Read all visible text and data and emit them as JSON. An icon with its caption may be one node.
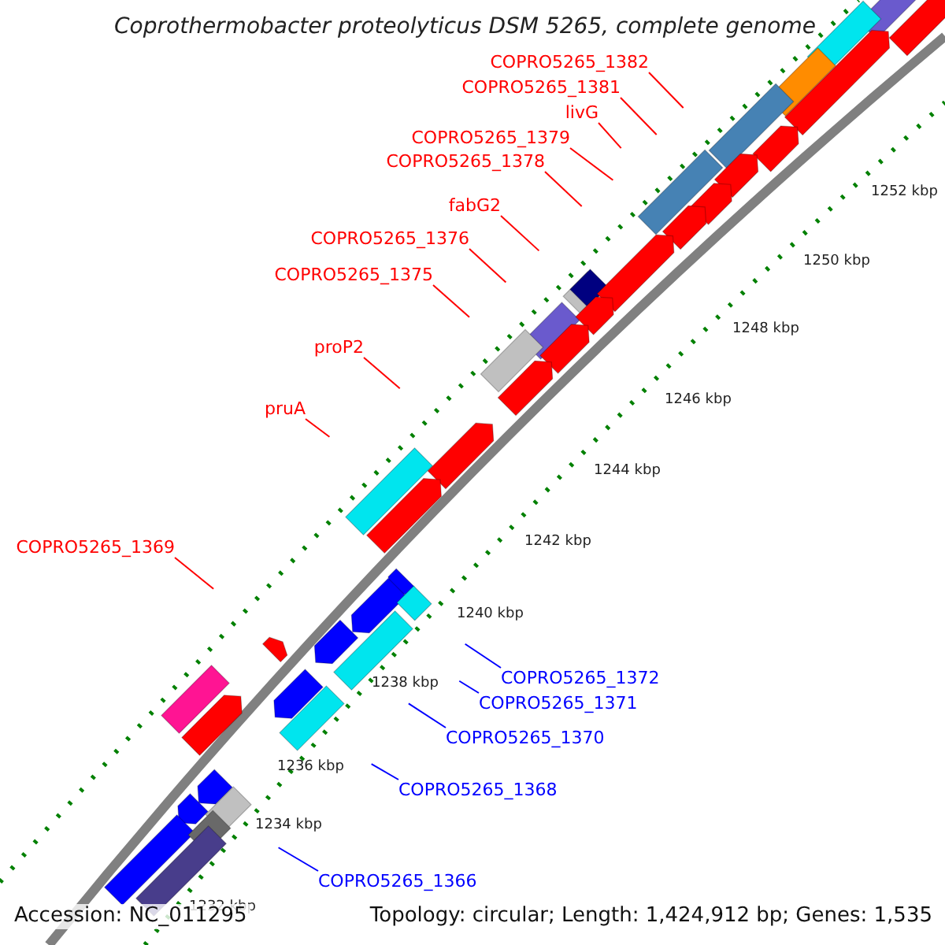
{
  "diagram": {
    "title": "Coprothermobacter proteolyticus DSM 5265, complete genome",
    "nodes": [
      {
        "text": [
          "COPRO5265_1382"
        ]
      },
      {
        "text": [
          "COPRO5265_1381"
        ]
      },
      {
        "text": [
          "livG"
        ]
      },
      {
        "text": [
          "COPRO5265_1379"
        ]
      },
      {
        "text": [
          "COPRO5265_1378"
        ]
      },
      {
        "text": [
          "fabG2"
        ]
      },
      {
        "text": [
          "COPRO5265_1376"
        ]
      },
      {
        "text": [
          "COPRO5265_1375"
        ]
      },
      {
        "text": [
          "proP2"
        ]
      },
      {
        "text": [
          "pruA"
        ]
      },
      {
        "text": [
          "COPRO5265_1369"
        ]
      },
      {
        "text": [
          "COPRO5265_1372"
        ]
      },
      {
        "text": [
          "COPRO5265_1371"
        ]
      },
      {
        "text": [
          "COPRO5265_1370"
        ]
      },
      {
        "text": [
          "COPRO5265_1368"
        ]
      },
      {
        "text": [
          "COPRO5265_1366"
        ]
      }
    ],
    "edges": [
      {
        "from": 0,
        "to": null,
        "arrow": "none"
      },
      {
        "from": 1,
        "to": null,
        "arrow": "none"
      },
      {
        "from": 2,
        "to": null,
        "arrow": "none"
      },
      {
        "from": 3,
        "to": null,
        "arrow": "none"
      },
      {
        "from": 4,
        "to": null,
        "arrow": "none"
      },
      {
        "from": 5,
        "to": null,
        "arrow": "none"
      },
      {
        "from": 6,
        "to": null,
        "arrow": "none"
      },
      {
        "from": 7,
        "to": null,
        "arrow": "none"
      },
      {
        "from": 8,
        "to": null,
        "arrow": "none"
      },
      {
        "from": 9,
        "to": null,
        "arrow": "none"
      },
      {
        "from": 10,
        "to": null,
        "arrow": "none"
      },
      {
        "from": 11,
        "to": null,
        "arrow": "none",
        "color": "#0000ff"
      },
      {
        "from": 12,
        "to": null,
        "arrow": "none",
        "color": "#0000ff"
      },
      {
        "from": 13,
        "to": null,
        "arrow": "none",
        "color": "#0000ff"
      },
      {
        "from": 14,
        "to": null,
        "arrow": "none",
        "color": "#0000ff"
      },
      {
        "from": 15,
        "to": null,
        "arrow": "none",
        "color": "#0000ff"
      }
    ],
    "labels": [
      "1252 kbp",
      "1250 kbp",
      "1248 kbp",
      "1246 kbp",
      "1244 kbp",
      "1242 kbp",
      "1240 kbp",
      "1238 kbp",
      "1236 kbp",
      "1234 kbp",
      "1232 kbp",
      "Accession: NC_011295",
      "Topology: circular; Length: 1,424,912 bp; Genes: 1,535"
    ]
  }
}
